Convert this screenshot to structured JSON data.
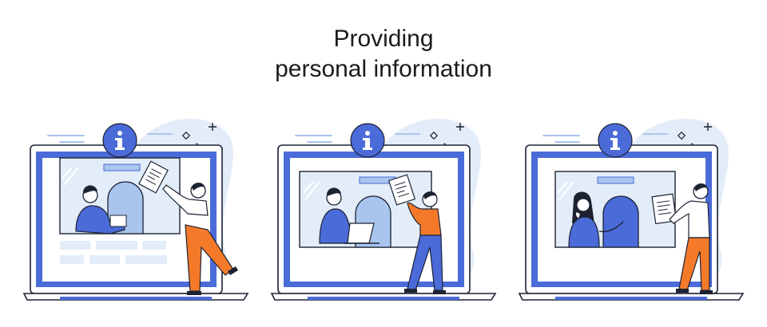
{
  "title": {
    "line1": "Providing",
    "line2": "personal information"
  },
  "colors": {
    "blue": "#4a6bd8",
    "light_blue": "#a9c5ee",
    "pale_blue": "#e3edf9",
    "orange": "#f47a2a",
    "navy": "#1d2233"
  },
  "scenes": [
    {
      "id": "scene-left",
      "icon": "info-icon",
      "variant": "handover"
    },
    {
      "id": "scene-middle",
      "icon": "info-icon",
      "variant": "laptop-clerk"
    },
    {
      "id": "scene-right",
      "icon": "info-icon",
      "variant": "worried-clerk"
    }
  ]
}
